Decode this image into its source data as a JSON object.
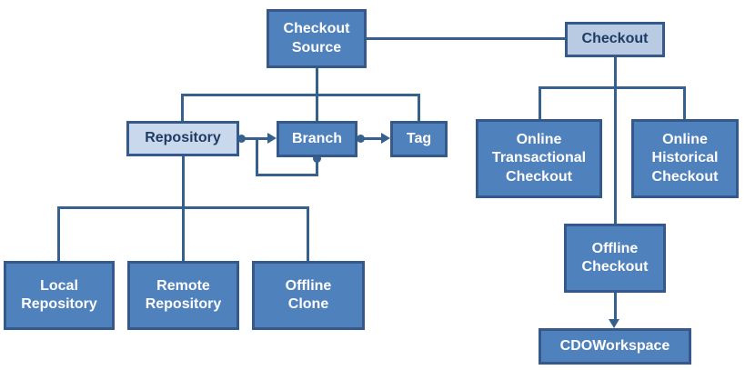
{
  "diagram": {
    "colors": {
      "node_fill_dark": "#4f81bd",
      "node_fill_light": "#c9d8ec",
      "node_fill_highlight": "#b8cbe2",
      "node_border": "#36598c",
      "connector": "#36618f",
      "text_on_dark": "#ffffff",
      "text_on_light": "#1f3c63"
    },
    "nodes": {
      "checkout_source": {
        "label": "Checkout\nSource"
      },
      "checkout": {
        "label": "Checkout"
      },
      "repository": {
        "label": "Repository"
      },
      "branch": {
        "label": "Branch"
      },
      "tag": {
        "label": "Tag"
      },
      "online_transactional_checkout": {
        "label": "Online\nTransactional\nCheckout"
      },
      "online_historical_checkout": {
        "label": "Online\nHistorical\nCheckout"
      },
      "offline_checkout": {
        "label": "Offline\nCheckout"
      },
      "local_repository": {
        "label": "Local\nRepository"
      },
      "remote_repository": {
        "label": "Remote\nRepository"
      },
      "offline_clone": {
        "label": "Offline\nClone"
      },
      "cdo_workspace": {
        "label": "CDOWorkspace"
      }
    },
    "edges": [
      {
        "from": "checkout_source",
        "to": "checkout",
        "style": "plain"
      },
      {
        "from": "checkout_source",
        "to": "repository",
        "style": "tree"
      },
      {
        "from": "checkout_source",
        "to": "branch",
        "style": "tree"
      },
      {
        "from": "checkout_source",
        "to": "tag",
        "style": "tree"
      },
      {
        "from": "repository",
        "to": "branch",
        "style": "dot-arrow"
      },
      {
        "from": "branch",
        "to": "branch",
        "style": "dot-arrow-self-loop"
      },
      {
        "from": "branch",
        "to": "tag",
        "style": "dot-arrow"
      },
      {
        "from": "repository",
        "to": "local_repository",
        "style": "tree"
      },
      {
        "from": "repository",
        "to": "remote_repository",
        "style": "tree"
      },
      {
        "from": "repository",
        "to": "offline_clone",
        "style": "tree"
      },
      {
        "from": "checkout",
        "to": "online_transactional_checkout",
        "style": "tree"
      },
      {
        "from": "checkout",
        "to": "online_historical_checkout",
        "style": "tree"
      },
      {
        "from": "checkout",
        "to": "offline_checkout",
        "style": "tree"
      },
      {
        "from": "offline_checkout",
        "to": "cdo_workspace",
        "style": "arrow"
      }
    ]
  }
}
